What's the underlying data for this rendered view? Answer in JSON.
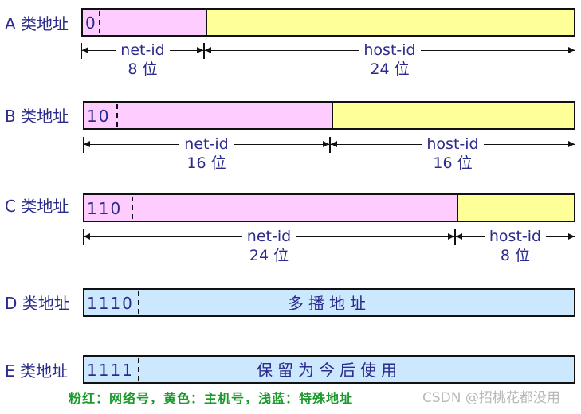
{
  "classes": [
    {
      "label": "A 类地址",
      "prefix": "0",
      "net": {
        "name": "net-id",
        "bits": "8 位"
      },
      "host": {
        "name": "host-id",
        "bits": "24 位"
      }
    },
    {
      "label": "B 类地址",
      "prefix": "10",
      "net": {
        "name": "net-id",
        "bits": "16 位"
      },
      "host": {
        "name": "host-id",
        "bits": "16 位"
      }
    },
    {
      "label": "C 类地址",
      "prefix": "110",
      "net": {
        "name": "net-id",
        "bits": "24 位"
      },
      "host": {
        "name": "host-id",
        "bits": "8 位"
      }
    },
    {
      "label": "D 类地址",
      "prefix": "1110",
      "body_text": "多播地址"
    },
    {
      "label": "E 类地址",
      "prefix": "1111",
      "body_text": "保留为今后使用"
    }
  ],
  "legend": "粉红：网络号，黄色：主机号，浅蓝：特殊地址",
  "watermark": "CSDN @招桃花都没用",
  "colors": {
    "network": "#ffccff",
    "host": "#ffff99",
    "special": "#cce8ff",
    "legend_text": "#1a9a2a",
    "label_text": "#2b2b8c"
  }
}
